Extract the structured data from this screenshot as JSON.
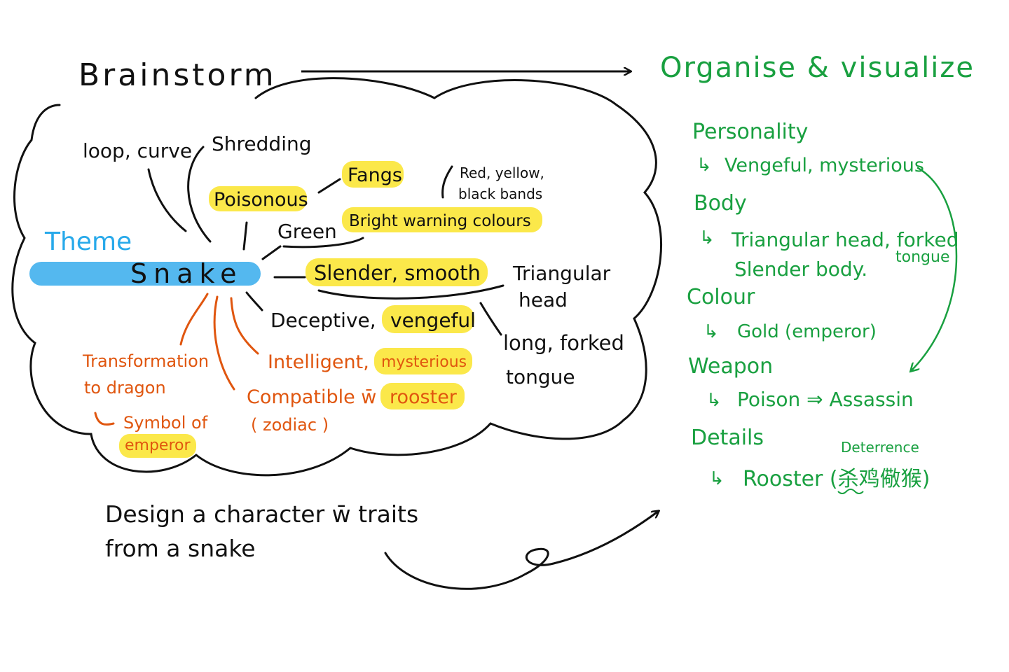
{
  "colors": {
    "ink": "#111111",
    "orange": "#e0560f",
    "green": "#19a040",
    "blue": "#27a9ea",
    "highlight": "#fbe84a",
    "snake_bar": "#54b8ef"
  },
  "brainstorm": {
    "title": "Brainstorm",
    "theme_label": "Theme",
    "center": "Snake",
    "words": {
      "loop_curve": "loop, curve",
      "shredding": "Shredding",
      "poisonous": "Poisonous",
      "fangs": "Fangs",
      "red_yellow_1": "Red, yellow,",
      "red_yellow_2": "black bands",
      "green": "Green",
      "bright_warning": "Bright warning colours",
      "slender_smooth": "Slender, smooth",
      "triangular_1": "Triangular",
      "triangular_2": "head",
      "deceptive": "Deceptive,",
      "vengeful": "vengeful",
      "long_forked_1": "long, forked",
      "long_forked_2": "tongue",
      "transformation_1": "Transformation",
      "transformation_2": "to dragon",
      "symbol_of": "Symbol of",
      "emperor": "emperor",
      "intelligent": "Intelligent,",
      "mysterious": "mysterious",
      "compatible": "Compatible w̄",
      "rooster": "rooster",
      "zodiac": "( zodiac )"
    }
  },
  "design_note": {
    "line1": "Design a character w̄ traits",
    "line2": "from a snake"
  },
  "organise": {
    "title": "Organise & visualize",
    "sections": [
      {
        "heading": "Personality",
        "lines": [
          "Vengeful, mysterious"
        ]
      },
      {
        "heading": "Body",
        "lines": [
          "Triangular head, forked",
          "Slender body.",
          "tongue"
        ]
      },
      {
        "heading": "Colour",
        "lines": [
          "Gold (emperor)"
        ]
      },
      {
        "heading": "Weapon",
        "lines": [
          "Poison ⇒ Assassin"
        ]
      },
      {
        "heading": "Details",
        "lines": [
          "Rooster (杀鸡儆猴)",
          "Deterrence"
        ]
      }
    ]
  }
}
